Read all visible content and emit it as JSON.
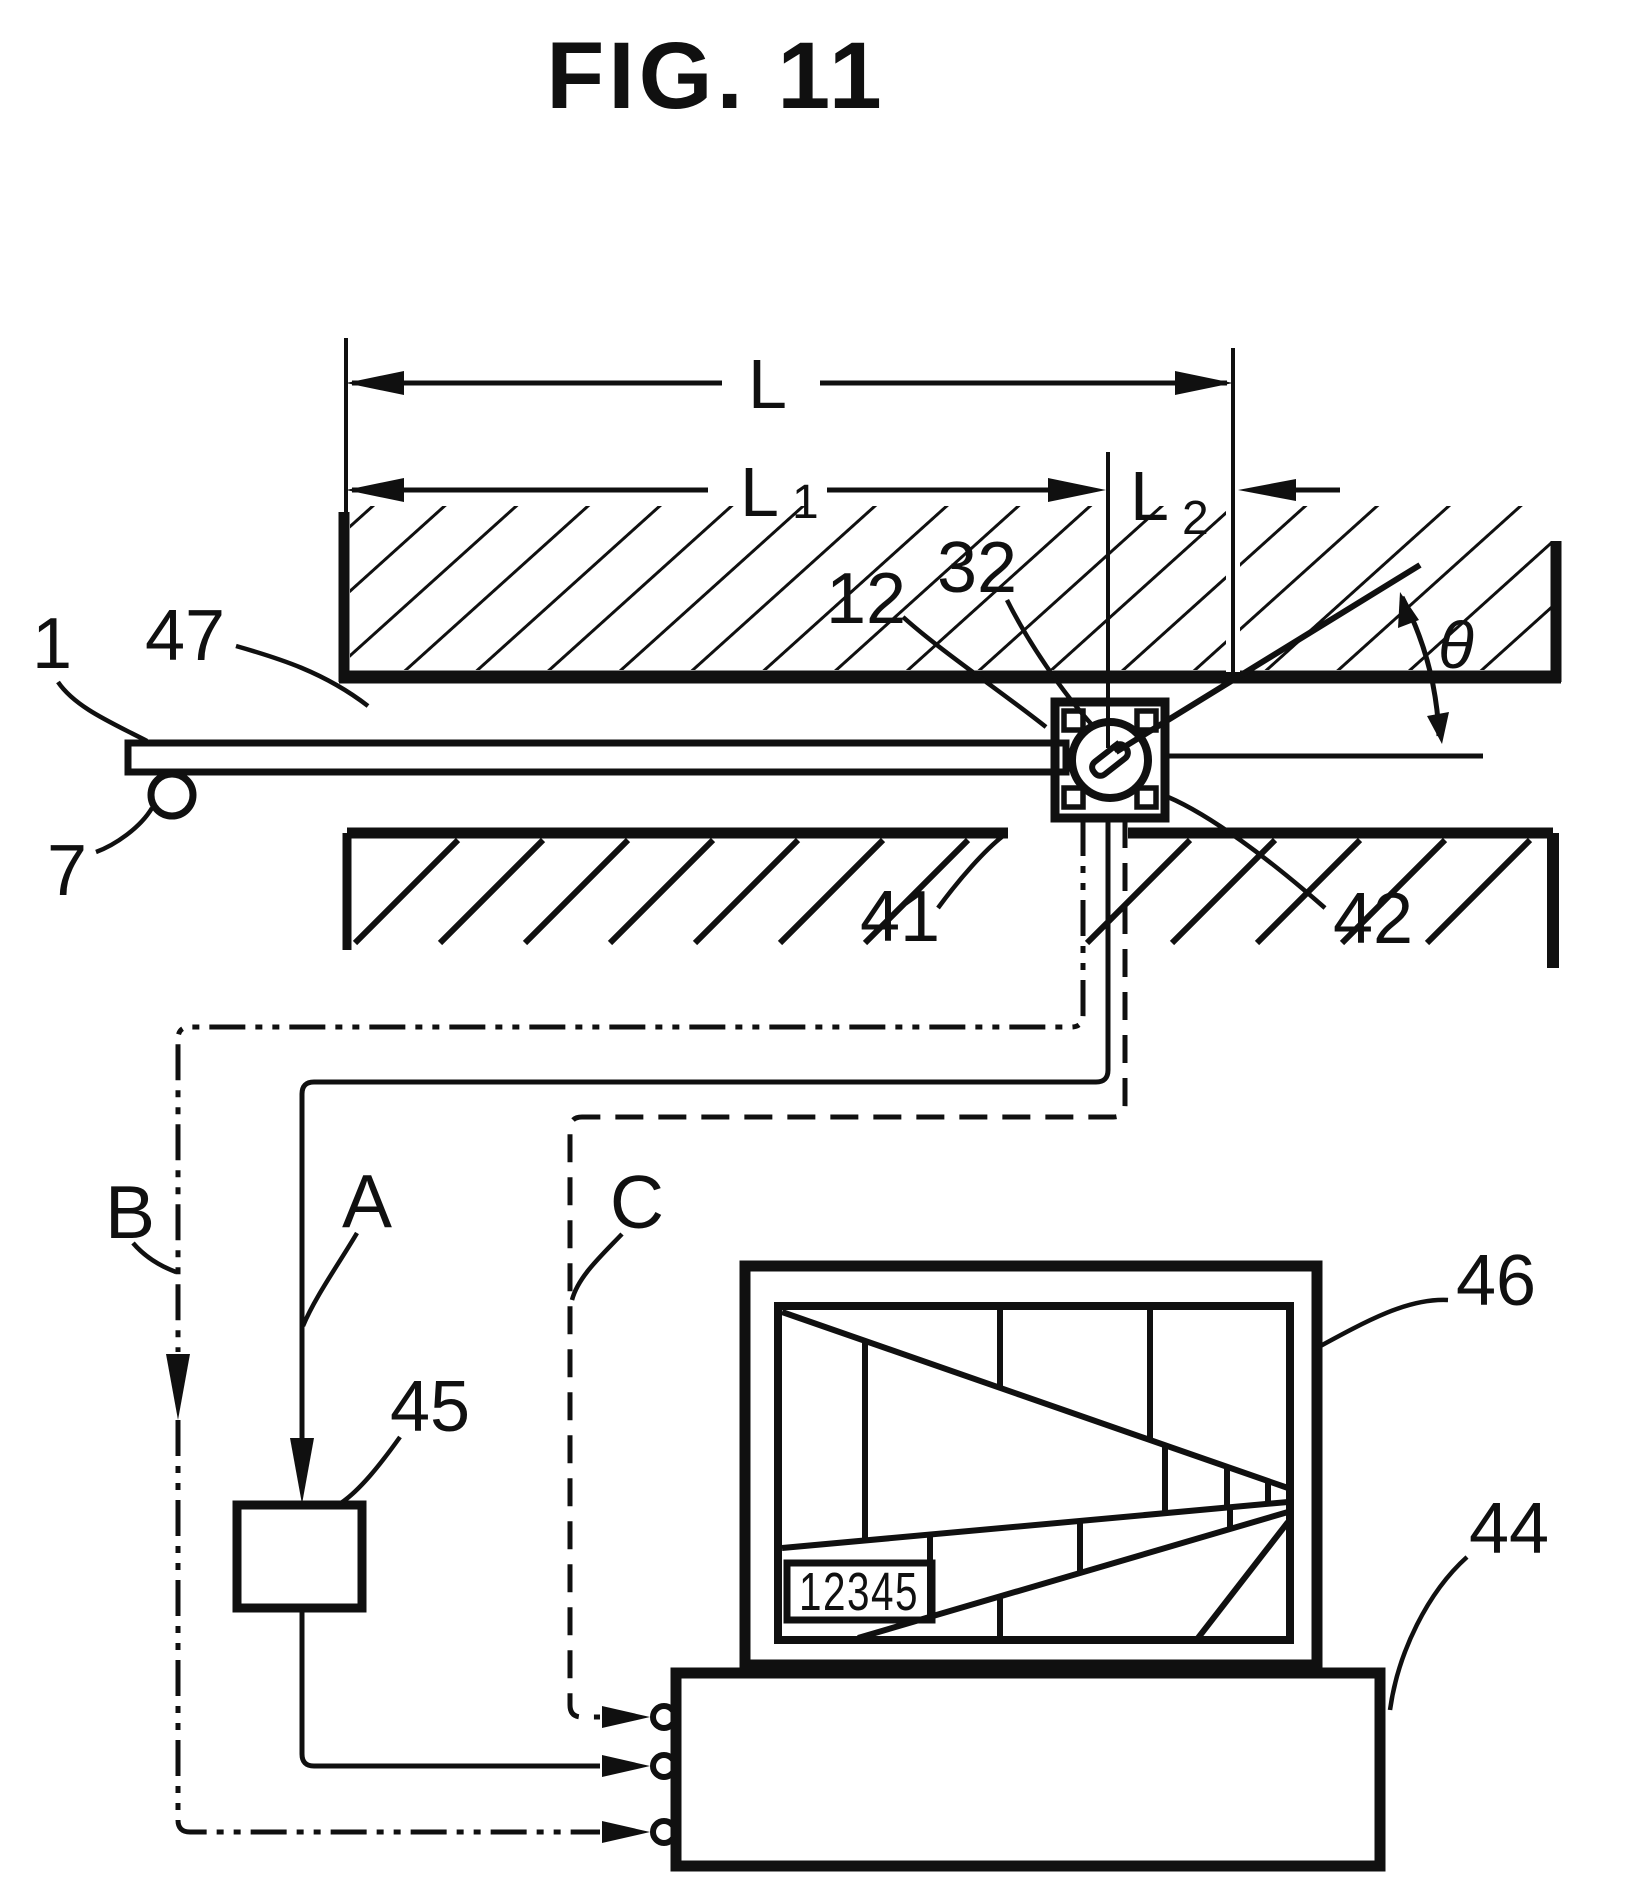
{
  "figure": {
    "title": "FIG. 11"
  },
  "dimensions": {
    "overall": "L",
    "seg1_base": "L",
    "seg1_sub": "1",
    "seg2_base": "L",
    "seg2_sub": "2",
    "angle": "θ"
  },
  "labels": {
    "rod": "1",
    "roller": "7",
    "upper_block": "47",
    "sensor_body": "12",
    "sensor_element": "32",
    "flange": "41",
    "mount": "42",
    "signal_b": "B",
    "signal_a": "A",
    "signal_c": "C",
    "converter": "45",
    "monitor": "46",
    "base_unit": "44"
  },
  "monitor": {
    "reading": "12345"
  }
}
